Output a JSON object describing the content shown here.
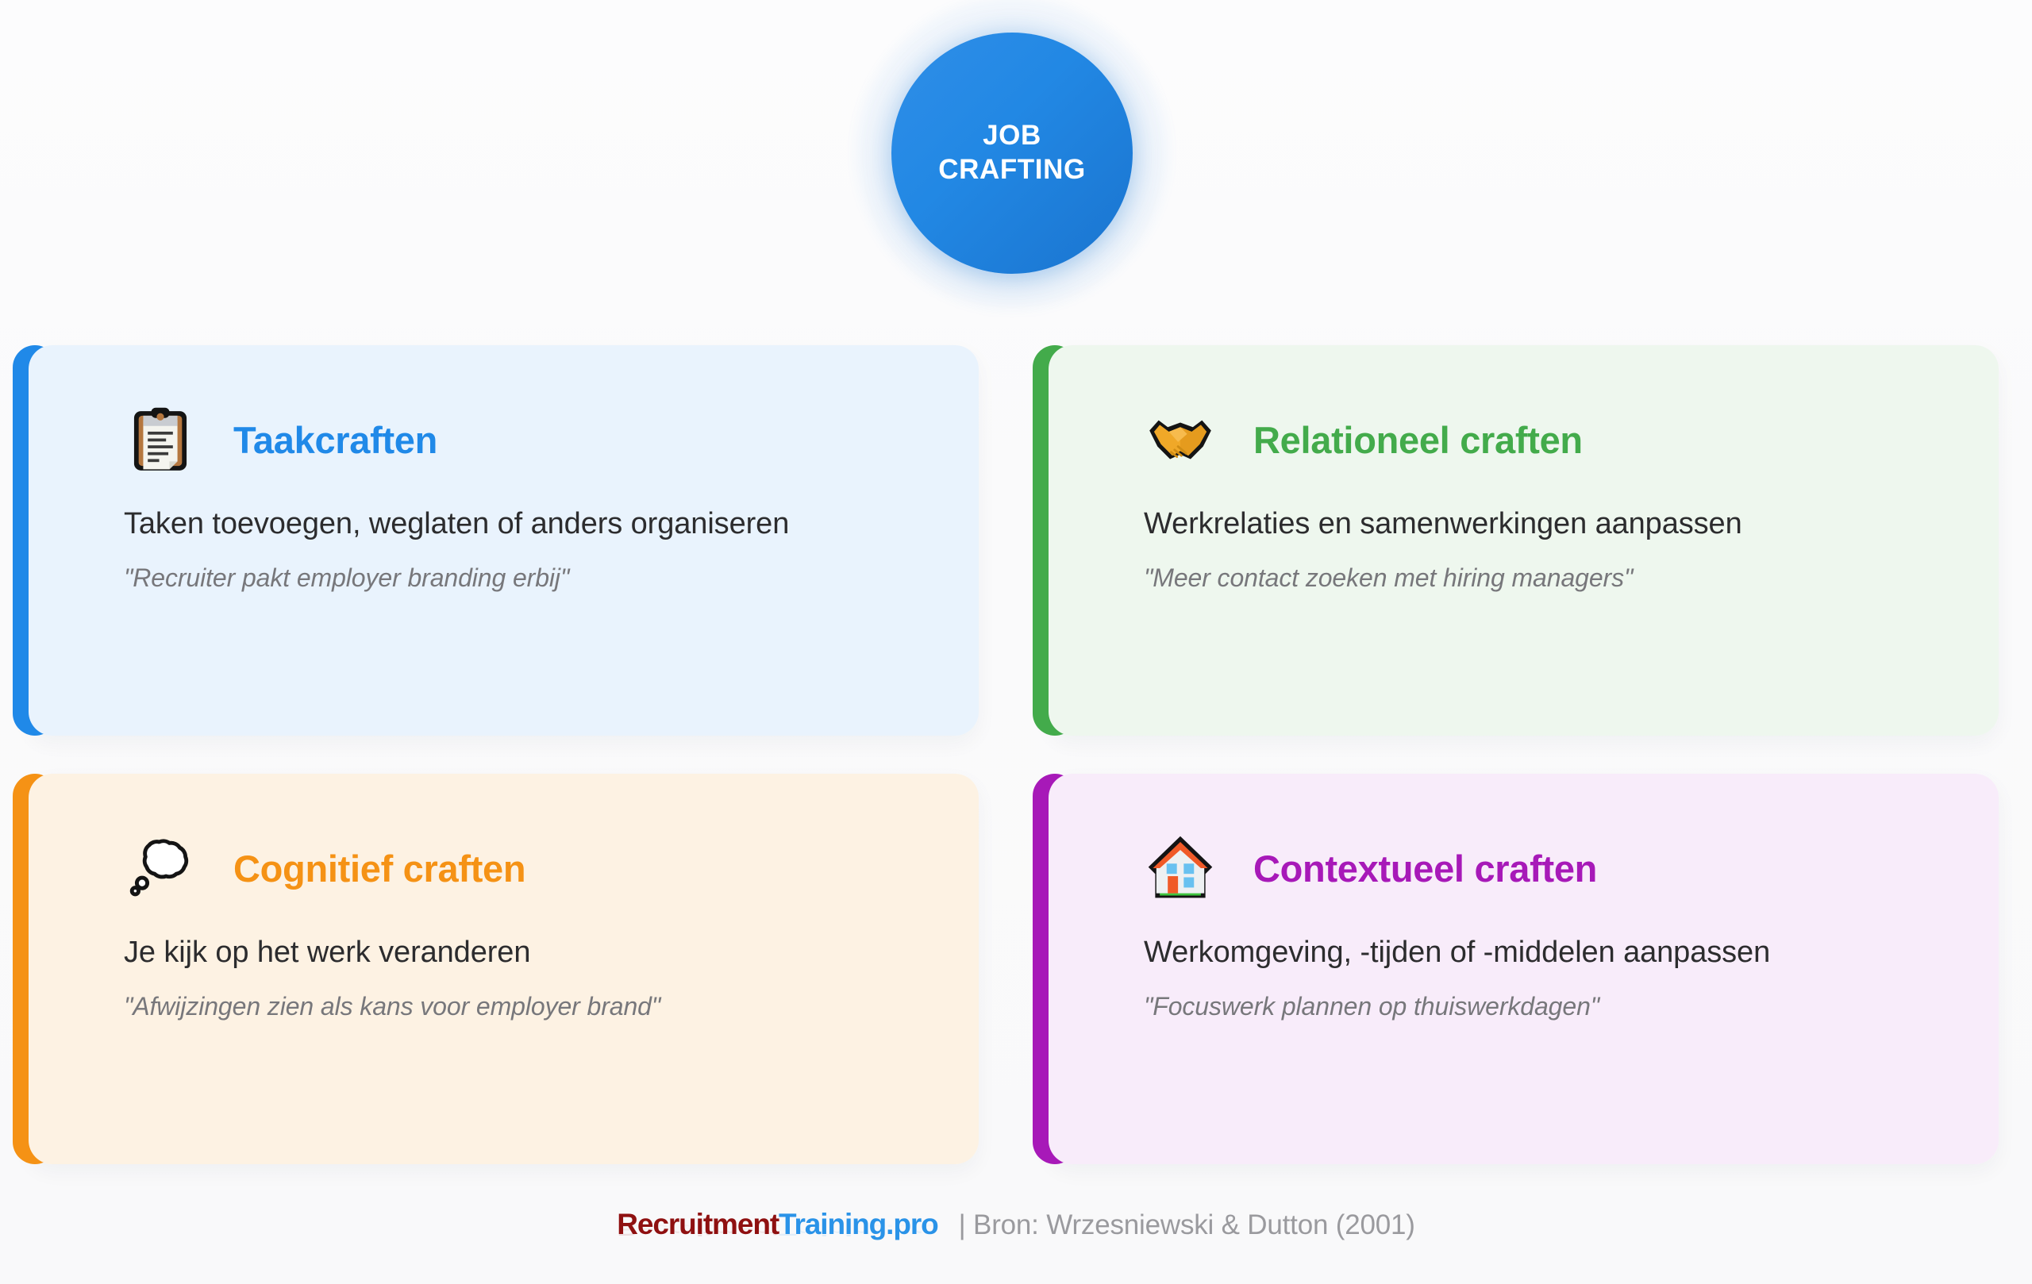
{
  "hub": {
    "line1": "JOB",
    "line2": "CRAFTING",
    "color": "#2288e4",
    "text_color": "#ffffff"
  },
  "cards": [
    {
      "id": "taakcraften",
      "icon": "clipboard-icon",
      "title": "Taakcraften",
      "description": "Taken toevoegen, weglaten of anders organiseren",
      "quote": "\"Recruiter pakt employer branding erbij\"",
      "accent_color": "#2089e8",
      "surface_color": "#e9f3fd",
      "title_color": "#2089e8"
    },
    {
      "id": "relationeel-craften",
      "icon": "handshake-icon",
      "title": "Relationeel craften",
      "description": "Werkrelaties en samenwerkingen aanpassen",
      "quote": "\"Meer contact zoeken met hiring managers\"",
      "accent_color": "#43ab4b",
      "surface_color": "#eef7ee",
      "title_color": "#43ab4b"
    },
    {
      "id": "cognitief-craften",
      "icon": "thought-balloon-icon",
      "title": "Cognitief craften",
      "description": "Je kijk op het werk veranderen",
      "quote": "\"Afwijzingen zien als kans voor employer brand\"",
      "accent_color": "#f59215",
      "surface_color": "#fdf2e3",
      "title_color": "#f59215"
    },
    {
      "id": "contextueel-craften",
      "icon": "house-icon",
      "title": "Contextueel craften",
      "description": "Werkomgeving, -tijden of -middelen aanpassen",
      "quote": "\"Focuswerk plannen op thuiswerkdagen\"",
      "accent_color": "#a719b8",
      "surface_color": "#f8ecfa",
      "title_color": "#a719b8"
    }
  ],
  "footer": {
    "brand_part1": "Recruitment",
    "brand_part2": "Training.pro",
    "brand_part1_color": "#8f1111",
    "brand_part2_color": "#2a93e8",
    "source": "| Bron: Wrzesniewski & Dutton (2001)",
    "source_color": "#9a9a9e"
  }
}
